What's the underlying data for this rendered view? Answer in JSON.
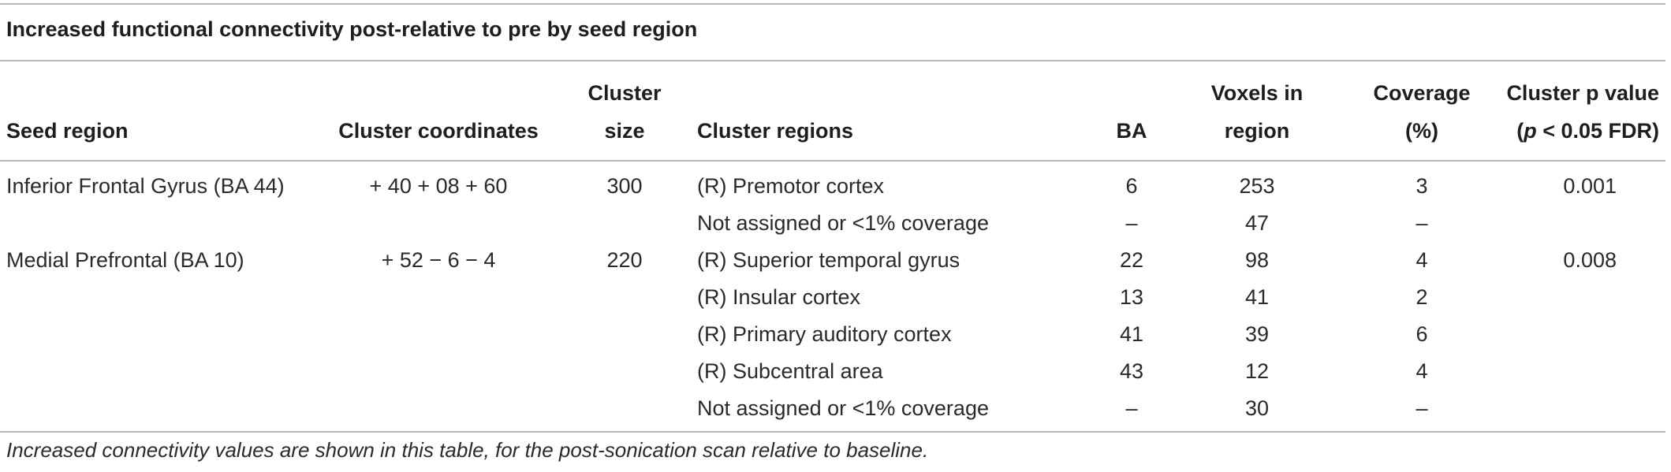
{
  "table": {
    "title": "Increased functional connectivity post-relative to pre by seed region",
    "columns": {
      "seed_region": "Seed region",
      "cluster_coordinates": "Cluster coordinates",
      "cluster_size_line1": "Cluster",
      "cluster_size_line2": "size",
      "cluster_regions": "Cluster regions",
      "ba": "BA",
      "voxels_line1": "Voxels in",
      "voxels_line2": "region",
      "coverage_line1": "Coverage",
      "coverage_line2": "(%)",
      "pvalue_line1": "Cluster p value",
      "pvalue_line2_p": "p",
      "pvalue_line2_rest": " < 0.05 FDR)",
      "pvalue_line2_open": "("
    },
    "rows": [
      {
        "seed": "Inferior Frontal Gyrus (BA 44)",
        "coords": "+ 40 + 08 + 60",
        "size": "300",
        "region": "(R) Premotor cortex",
        "ba": "6",
        "voxels": "253",
        "coverage": "3",
        "pvalue": "0.001"
      },
      {
        "seed": "",
        "coords": "",
        "size": "",
        "region": "Not assigned or <1% coverage",
        "ba": "–",
        "voxels": "47",
        "coverage": "–",
        "pvalue": ""
      },
      {
        "seed": "Medial Prefrontal (BA 10)",
        "coords": "+ 52 − 6 − 4",
        "size": "220",
        "region": "(R) Superior temporal gyrus",
        "ba": "22",
        "voxels": "98",
        "coverage": "4",
        "pvalue": "0.008"
      },
      {
        "seed": "",
        "coords": "",
        "size": "",
        "region": "(R) Insular cortex",
        "ba": "13",
        "voxels": "41",
        "coverage": "2",
        "pvalue": ""
      },
      {
        "seed": "",
        "coords": "",
        "size": "",
        "region": "(R) Primary auditory cortex",
        "ba": "41",
        "voxels": "39",
        "coverage": "6",
        "pvalue": ""
      },
      {
        "seed": "",
        "coords": "",
        "size": "",
        "region": "(R) Subcentral area",
        "ba": "43",
        "voxels": "12",
        "coverage": "4",
        "pvalue": ""
      },
      {
        "seed": "",
        "coords": "",
        "size": "",
        "region": "Not assigned or <1% coverage",
        "ba": "–",
        "voxels": "30",
        "coverage": "–",
        "pvalue": ""
      }
    ],
    "footnote": "Increased connectivity values are shown in this table, for the post-sonication scan relative to baseline."
  }
}
